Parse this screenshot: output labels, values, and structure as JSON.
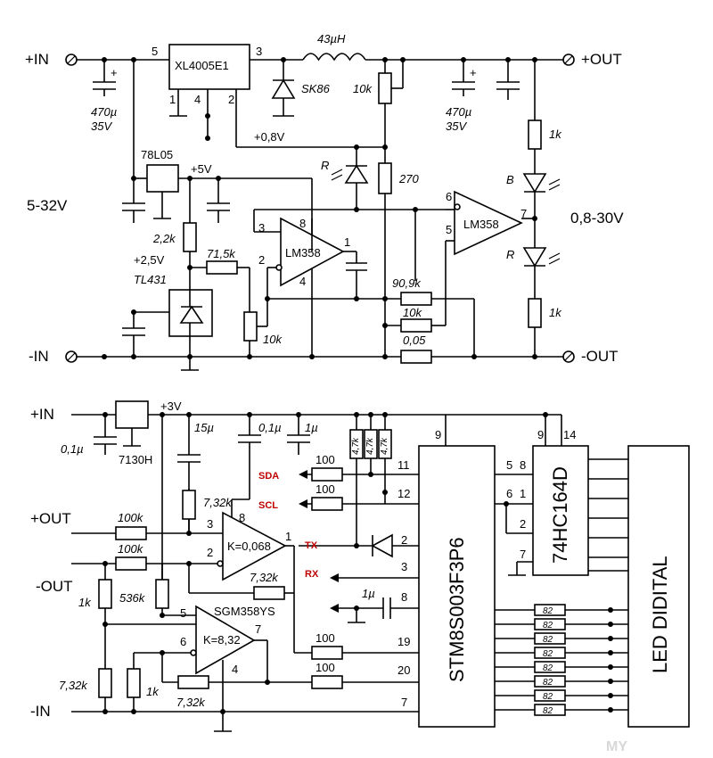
{
  "power": {
    "in_pos": "+IN",
    "in_neg": "-IN",
    "out_pos": "+OUT",
    "out_neg": "-OUT",
    "in_range": "5-32V",
    "out_range": "0,8-30V",
    "ic_buck": "XL4005E1",
    "ic_reg": "78L05",
    "ic_ref": "TL431",
    "ic_opamp": "LM358",
    "diode": "SK86",
    "inductor": "43µH",
    "cap_in": "470µ",
    "cap_in_v": "35V",
    "cap_out": "470µ",
    "cap_out_v": "35V",
    "r_pot_fb": "10k",
    "r_270": "270",
    "r_1k": "1k",
    "r_22k": "2,2k",
    "r_715k": "71,5k",
    "r_pot": "10k",
    "r_909k": "90,9k",
    "r_10k": "10k",
    "r_shunt": "0,05",
    "v_fb": "+0,8V",
    "v_5": "+5V",
    "v_25": "+2,5V",
    "pin_5": "5",
    "pin_3": "3",
    "pin_1": "1",
    "pin_4": "4",
    "pin_2": "2",
    "pin_8": "8",
    "pin_6": "6",
    "pin_7": "7",
    "led_r": "R",
    "led_b": "B",
    "plus": "+"
  },
  "meter": {
    "in_pos": "+IN",
    "in_neg": "-IN",
    "out_pos": "+OUT",
    "out_neg": "-OUT",
    "v_3": "+3V",
    "ic_reg": "7130H",
    "ic_mcu": "STM8S003F3P6",
    "ic_shift": "74HC164D",
    "ic_opamp": "SGM358YS",
    "display": "LED DIDITAL",
    "c_01": "0,1µ",
    "c_15": "15µ",
    "c_01b": "0,1µ",
    "c_1": "1µ",
    "c_1b": "1µ",
    "r_732a": "7,32k",
    "r_100k_a": "100k",
    "r_100k_b": "100k",
    "r_536k": "536k",
    "r_1k": "1k",
    "r_732b": "7,32k",
    "r_732c": "7,32k",
    "r_732d": "7,32k",
    "r_1k_b": "1k",
    "r_47k": "4,7k",
    "r_100": "100",
    "r_82": "82",
    "gain_1": "K=0,068",
    "gain_2": "K=8,32",
    "sig_sda": "SDA",
    "sig_scl": "SCL",
    "sig_tx": "TX",
    "sig_rx": "RX",
    "p9": "9",
    "p11": "11",
    "p12": "12",
    "p2": "2",
    "p3": "3",
    "p8": "8",
    "p19": "19",
    "p20": "20",
    "p7": "7",
    "p5": "5",
    "p6": "6",
    "sh_9": "9",
    "sh_14": "14",
    "sh_8": "8",
    "sh_1": "1",
    "sh_2": "2",
    "sh_7": "7",
    "op_3": "3",
    "op_8": "8",
    "op_2": "2",
    "op_1": "1",
    "op_5": "5",
    "op_6": "6",
    "op_7": "7",
    "op_4": "4"
  },
  "watermark": "MY"
}
